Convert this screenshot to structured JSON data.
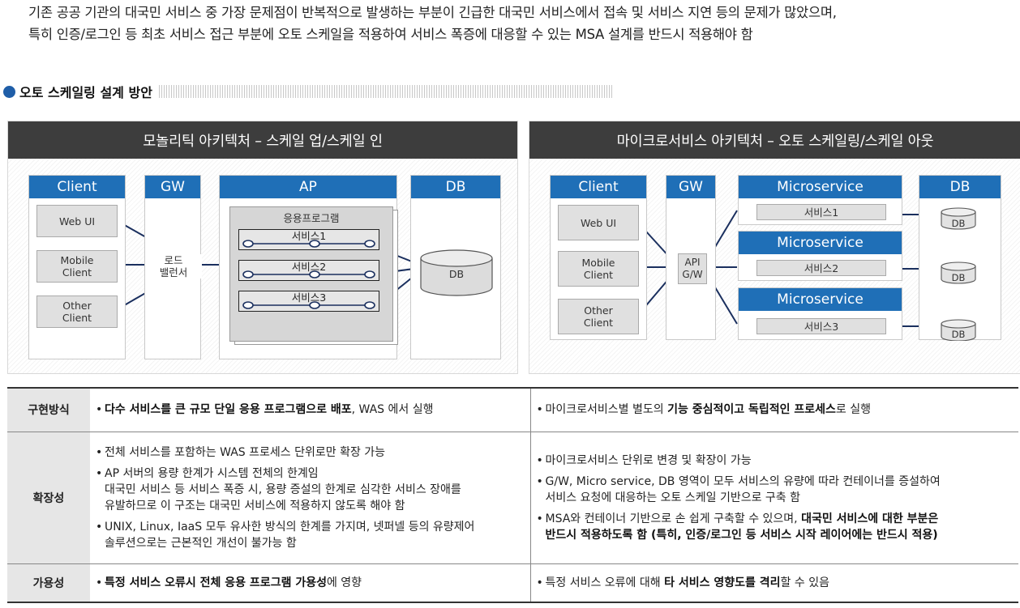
{
  "intro": {
    "line1": "기존 공공 기관의 대국민 서비스 중 가장 문제점이 반복적으로 발생하는 부분이 긴급한 대국민 서비스에서 접속 및 서비스 지연 등의 문제가 많았으며,",
    "line2": "특히 인증/로그인 등 최초 서비스 접근 부분에 오토 스케일을 적용하여 서비스 폭증에 대응할 수 있는 MSA 설계를 반드시 적용해야 함"
  },
  "section_title": "오토 스케일링 설계 방안",
  "left_panel": {
    "title": "모놀리틱 아키텍처 – 스케일 업/스케일 인",
    "client_head": "Client",
    "clients": [
      "Web UI",
      "Mobile\nClient",
      "Other\nClient"
    ],
    "gw_head": "GW",
    "load_balancer": "로드\n밸런서",
    "ap_head": "AP",
    "app_label": "응용프로그램",
    "services": [
      "서비스1",
      "서비스2",
      "서비스3"
    ],
    "db_head": "DB",
    "db_label": "DB"
  },
  "right_panel": {
    "title": "마이크로서비스 아키텍처 – 오토 스케일링/스케일 아웃",
    "client_head": "Client",
    "clients": [
      "Web UI",
      "Mobile\nClient",
      "Other\nClient"
    ],
    "gw_head": "GW",
    "api_gw": "API\nG/W",
    "ms_head": "Microservice",
    "services": [
      "서비스1",
      "서비스2",
      "서비스3"
    ],
    "db_head": "DB",
    "db_label": "DB"
  },
  "table": {
    "rows": [
      {
        "header": "구현방식",
        "left": [
          {
            "parts": [
              {
                "t": "다수 서비스를 큰 규모 단일 응용 프로그램으로 배포",
                "b": true
              },
              {
                "t": ", WAS 에서 실행",
                "b": false
              }
            ]
          }
        ],
        "right": [
          {
            "parts": [
              {
                "t": "마이크로서비스별 별도의 ",
                "b": false
              },
              {
                "t": "기능 중심적이고 독립적인 프로세스",
                "b": true
              },
              {
                "t": "로 실행",
                "b": false
              }
            ]
          }
        ]
      },
      {
        "header": "확장성",
        "left": [
          {
            "parts": [
              {
                "t": "전체 서비스를 포함하는 WAS 프로세스 단위로만 확장 가능",
                "b": false
              }
            ]
          },
          {
            "parts": [
              {
                "t": "AP 서버의 용량 한계가 시스템 전체의 한계임\n대국민 서비스 등 서비스 폭증 시, 용량 증설의 한계로 심각한 서비스 장애를\n유발하므로 이 구조는 대국민 서비스에 적용하지 않도록 해야 함",
                "b": false
              }
            ]
          },
          {
            "parts": [
              {
                "t": "UNIX, Linux, IaaS 모두 유사한 방식의 한계를 가지며, 넷퍼넬  등의 유량제어\n솔루션으로는 근본적인 개선이 불가능 함",
                "b": false
              }
            ]
          }
        ],
        "right": [
          {
            "parts": [
              {
                "t": "마이크로서비스 단위로 변경 및 확장이 가능",
                "b": false
              }
            ]
          },
          {
            "parts": [
              {
                "t": "G/W, Micro service, DB 영역이 모두 서비스의 유량에 따라 컨테이너를 증설하여\n서비스 요청에 대응하는 오토 스케일 기반으로 구축 함",
                "b": false
              }
            ]
          },
          {
            "parts": [
              {
                "t": "MSA와 컨테이너 기반으로 손 쉽게 구축할 수 있으며, ",
                "b": false
              },
              {
                "t": "대국민 서비스에 대한 부분은\n반드시 적용하도록 함 (특히, 인증/로그인 등 서비스 시작 레이어에는 반드시 적용)",
                "b": true
              }
            ]
          }
        ]
      },
      {
        "header": "가용성",
        "left": [
          {
            "parts": [
              {
                "t": "특정 서비스 오류시 전체 응용 프로그램 가용성",
                "b": true
              },
              {
                "t": "에 영향",
                "b": false
              }
            ]
          }
        ],
        "right": [
          {
            "parts": [
              {
                "t": "특정 서비스 오류에 대해 ",
                "b": false
              },
              {
                "t": "타 서비스 영향도를 격리",
                "b": true
              },
              {
                "t": "할 수 있음",
                "b": false
              }
            ]
          }
        ]
      }
    ]
  },
  "colors": {
    "accent": "#1f6fb7",
    "header_bg": "#3d3d3d",
    "line": "#1a2f5e"
  }
}
